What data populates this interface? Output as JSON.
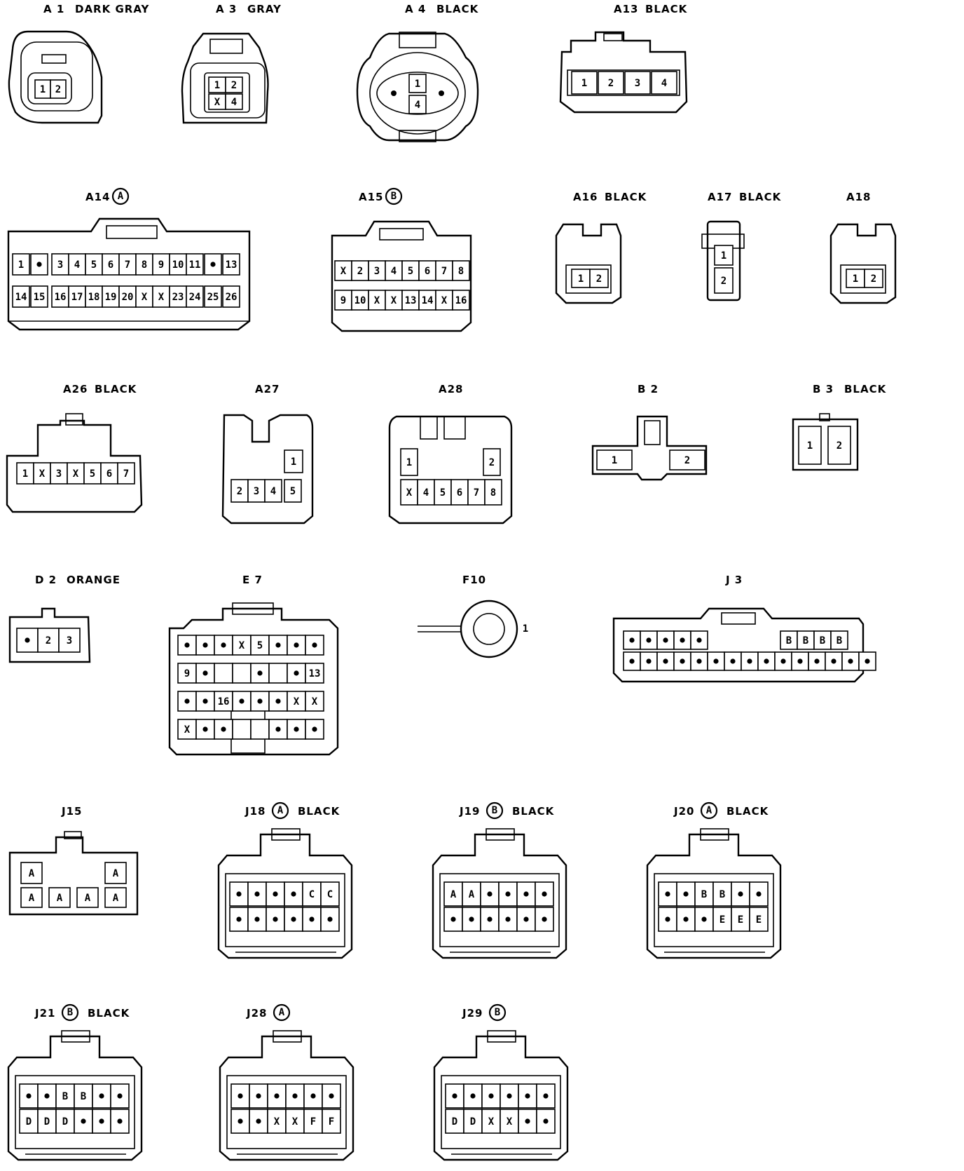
{
  "connectors": [
    {
      "id": "a1",
      "code": "A 1",
      "circled": "",
      "color": "DARK GRAY",
      "rows": [
        [
          "1",
          "2"
        ]
      ]
    },
    {
      "id": "a3",
      "code": "A 3",
      "circled": "",
      "color": "GRAY",
      "rows": [
        [
          "1",
          "2"
        ],
        [
          "X",
          "4"
        ]
      ]
    },
    {
      "id": "a4",
      "code": "A 4",
      "circled": "",
      "color": "BLACK",
      "rows": [
        [
          "1"
        ],
        [
          "4"
        ]
      ]
    },
    {
      "id": "a13",
      "code": "A13",
      "circled": "",
      "color": "BLACK",
      "rows": [
        [
          "1",
          "2",
          "3",
          "4"
        ]
      ]
    },
    {
      "id": "a14",
      "code": "A14",
      "circled": "A",
      "color": "",
      "rows": [
        [
          "1",
          "•",
          "3",
          "4",
          "5",
          "6",
          "7",
          "8",
          "9",
          "10",
          "11",
          "•",
          "13"
        ],
        [
          "14",
          "15",
          "16",
          "17",
          "18",
          "19",
          "20",
          "X",
          "X",
          "23",
          "24",
          "25",
          "26"
        ]
      ]
    },
    {
      "id": "a15",
      "code": "A15",
      "circled": "B",
      "color": "",
      "rows": [
        [
          "X",
          "2",
          "3",
          "4",
          "5",
          "6",
          "7",
          "8"
        ],
        [
          "9",
          "10",
          "X",
          "X",
          "13",
          "14",
          "X",
          "16"
        ]
      ]
    },
    {
      "id": "a16",
      "code": "A16",
      "circled": "",
      "color": "BLACK",
      "rows": [
        [
          "1",
          "2"
        ]
      ]
    },
    {
      "id": "a17",
      "code": "A17",
      "circled": "",
      "color": "BLACK",
      "rows": [
        [
          "1"
        ],
        [
          "2"
        ]
      ]
    },
    {
      "id": "a18",
      "code": "A18",
      "circled": "",
      "color": "",
      "rows": [
        [
          "1",
          "2"
        ]
      ]
    },
    {
      "id": "a26",
      "code": "A26",
      "circled": "",
      "color": "BLACK",
      "rows": [
        [
          "1",
          "X",
          "3",
          "X",
          "5",
          "6",
          "7"
        ]
      ]
    },
    {
      "id": "a27",
      "code": "A27",
      "circled": "",
      "color": "",
      "rows": [
        [
          "1"
        ],
        [
          "2",
          "3",
          "4",
          "5"
        ]
      ]
    },
    {
      "id": "a28",
      "code": "A28",
      "circled": "",
      "color": "",
      "rows": [
        [
          "1",
          "2"
        ],
        [
          "X",
          "4",
          "5",
          "6",
          "7",
          "8"
        ]
      ]
    },
    {
      "id": "b2",
      "code": "B 2",
      "circled": "",
      "color": "",
      "rows": [
        [
          "1",
          "2"
        ]
      ]
    },
    {
      "id": "b3",
      "code": "B 3",
      "circled": "",
      "color": "BLACK",
      "rows": [
        [
          "1",
          "2"
        ]
      ]
    },
    {
      "id": "d2",
      "code": "D 2",
      "circled": "",
      "color": "ORANGE",
      "rows": [
        [
          "•",
          "2",
          "3"
        ]
      ]
    },
    {
      "id": "e7",
      "code": "E 7",
      "circled": "",
      "color": "",
      "rows": [
        [
          "•",
          "•",
          "•",
          "X",
          "5",
          "•",
          "•",
          "•"
        ],
        [
          "9",
          "•",
          "",
          "",
          "•",
          "",
          "•",
          "13"
        ],
        [
          "•",
          "•",
          "16",
          "•",
          "•",
          "•",
          "X",
          "X"
        ],
        [
          "X",
          "•",
          "•",
          "",
          "",
          "•",
          "•",
          "•"
        ]
      ]
    },
    {
      "id": "f10",
      "code": "F10",
      "circled": "",
      "color": "",
      "rows": [
        [
          "1"
        ]
      ]
    },
    {
      "id": "j3",
      "code": "J 3",
      "circled": "",
      "color": "",
      "rows": [
        [
          "•",
          "•",
          "•",
          "•",
          "•",
          "",
          "",
          "",
          "",
          "B",
          "B",
          "B",
          "B"
        ],
        [
          "•",
          "•",
          "•",
          "•",
          "•",
          "•",
          "•",
          "•",
          "•",
          "•",
          "•",
          "•",
          "•",
          "•",
          "•"
        ]
      ]
    },
    {
      "id": "j15",
      "code": "J15",
      "circled": "",
      "color": "",
      "rows": [
        [
          "A",
          "A"
        ],
        [
          "A",
          "A",
          "A",
          "A"
        ]
      ]
    },
    {
      "id": "j18",
      "code": "J18",
      "circled": "A",
      "color": "BLACK",
      "rows": [
        [
          "•",
          "•",
          "•",
          "•",
          "C",
          "C"
        ],
        [
          "•",
          "•",
          "•",
          "•",
          "•",
          "•"
        ]
      ]
    },
    {
      "id": "j19",
      "code": "J19",
      "circled": "B",
      "color": "BLACK",
      "rows": [
        [
          "A",
          "A",
          "•",
          "•",
          "•",
          "•"
        ],
        [
          "•",
          "•",
          "•",
          "•",
          "•",
          "•"
        ]
      ]
    },
    {
      "id": "j20",
      "code": "J20",
      "circled": "A",
      "color": "BLACK",
      "rows": [
        [
          "•",
          "•",
          "B",
          "B",
          "•",
          "•"
        ],
        [
          "•",
          "•",
          "•",
          "E",
          "E",
          "E"
        ]
      ]
    },
    {
      "id": "j21",
      "code": "J21",
      "circled": "B",
      "color": "BLACK",
      "rows": [
        [
          "•",
          "•",
          "B",
          "B",
          "•",
          "•"
        ],
        [
          "D",
          "D",
          "D",
          "•",
          "•",
          "•"
        ]
      ]
    },
    {
      "id": "j28",
      "code": "J28",
      "circled": "A",
      "color": "",
      "rows": [
        [
          "•",
          "•",
          "•",
          "•",
          "•",
          "•"
        ],
        [
          "•",
          "•",
          "X",
          "X",
          "F",
          "F"
        ]
      ]
    },
    {
      "id": "j29",
      "code": "J29",
      "circled": "B",
      "color": "",
      "rows": [
        [
          "•",
          "•",
          "•",
          "•",
          "•",
          "•"
        ],
        [
          "D",
          "D",
          "X",
          "X",
          "•",
          "•"
        ]
      ]
    }
  ]
}
